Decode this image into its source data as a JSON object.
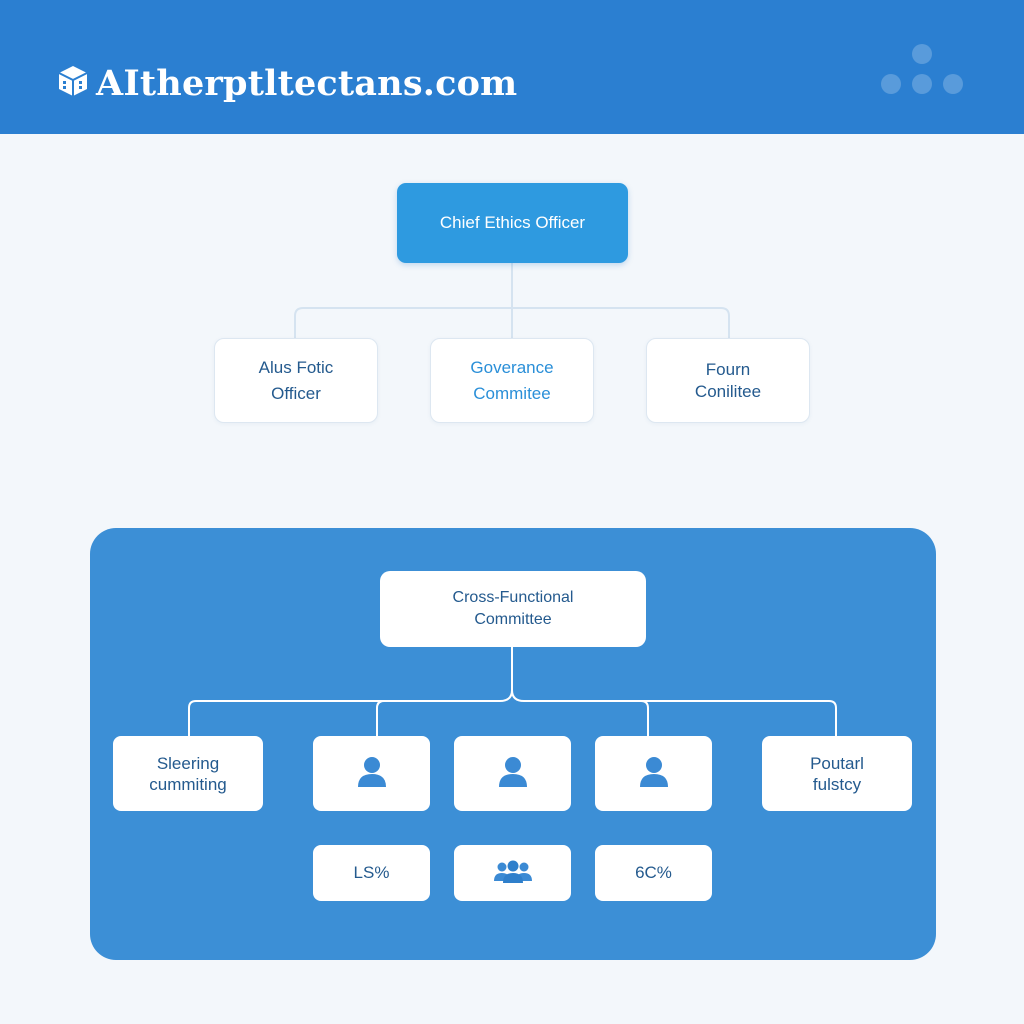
{
  "header": {
    "brand_name": "AItherptltectans.com",
    "colors": {
      "bar": "#2b7fd1",
      "text": "#ffffff"
    },
    "icons": [
      "cube-logo-icon",
      "dots-menu-icon"
    ]
  },
  "org_chart": {
    "top": {
      "label": "Chief Ethics Officer"
    },
    "level2": [
      {
        "line1": "Alus Fotic",
        "line2": "Officer"
      },
      {
        "line1": "Goverance",
        "line2": "Commitee"
      },
      {
        "line1": "Fourn",
        "line2": "Conilitee"
      }
    ]
  },
  "panel": {
    "hub": {
      "line1": "Cross-Functional",
      "line2": "Committee"
    },
    "members": [
      {
        "line1": "Sleering",
        "line2": "cummiting"
      },
      {
        "icon": "person-icon"
      },
      {
        "icon": "person-icon"
      },
      {
        "icon": "person-icon"
      },
      {
        "line1": "Poutarl",
        "line2": "fulstcy"
      }
    ],
    "stats": [
      {
        "label": "LS%"
      },
      {
        "icon": "group-icon"
      },
      {
        "label": "6C%"
      }
    ]
  },
  "colors": {
    "page_bg": "#f3f7fb",
    "top_node": "#2e9ae0",
    "panel": "#3c8fd6",
    "node_text": "#245a8e",
    "connector_light": "#d5e3f0",
    "connector_panel": "#ffffff"
  }
}
